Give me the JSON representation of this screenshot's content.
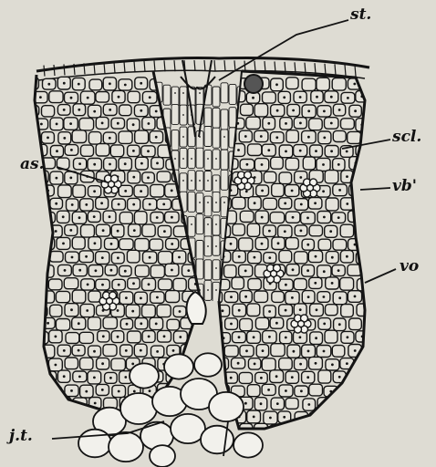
{
  "figure": {
    "background": "#dedcd3",
    "ink": "#141414",
    "cell_fill": "#e4e2da",
    "labels": {
      "st": "st.",
      "as": "as.",
      "scl": "scl.",
      "vb_prime": "vb'",
      "vo": "vo",
      "jt": "j.t."
    }
  }
}
